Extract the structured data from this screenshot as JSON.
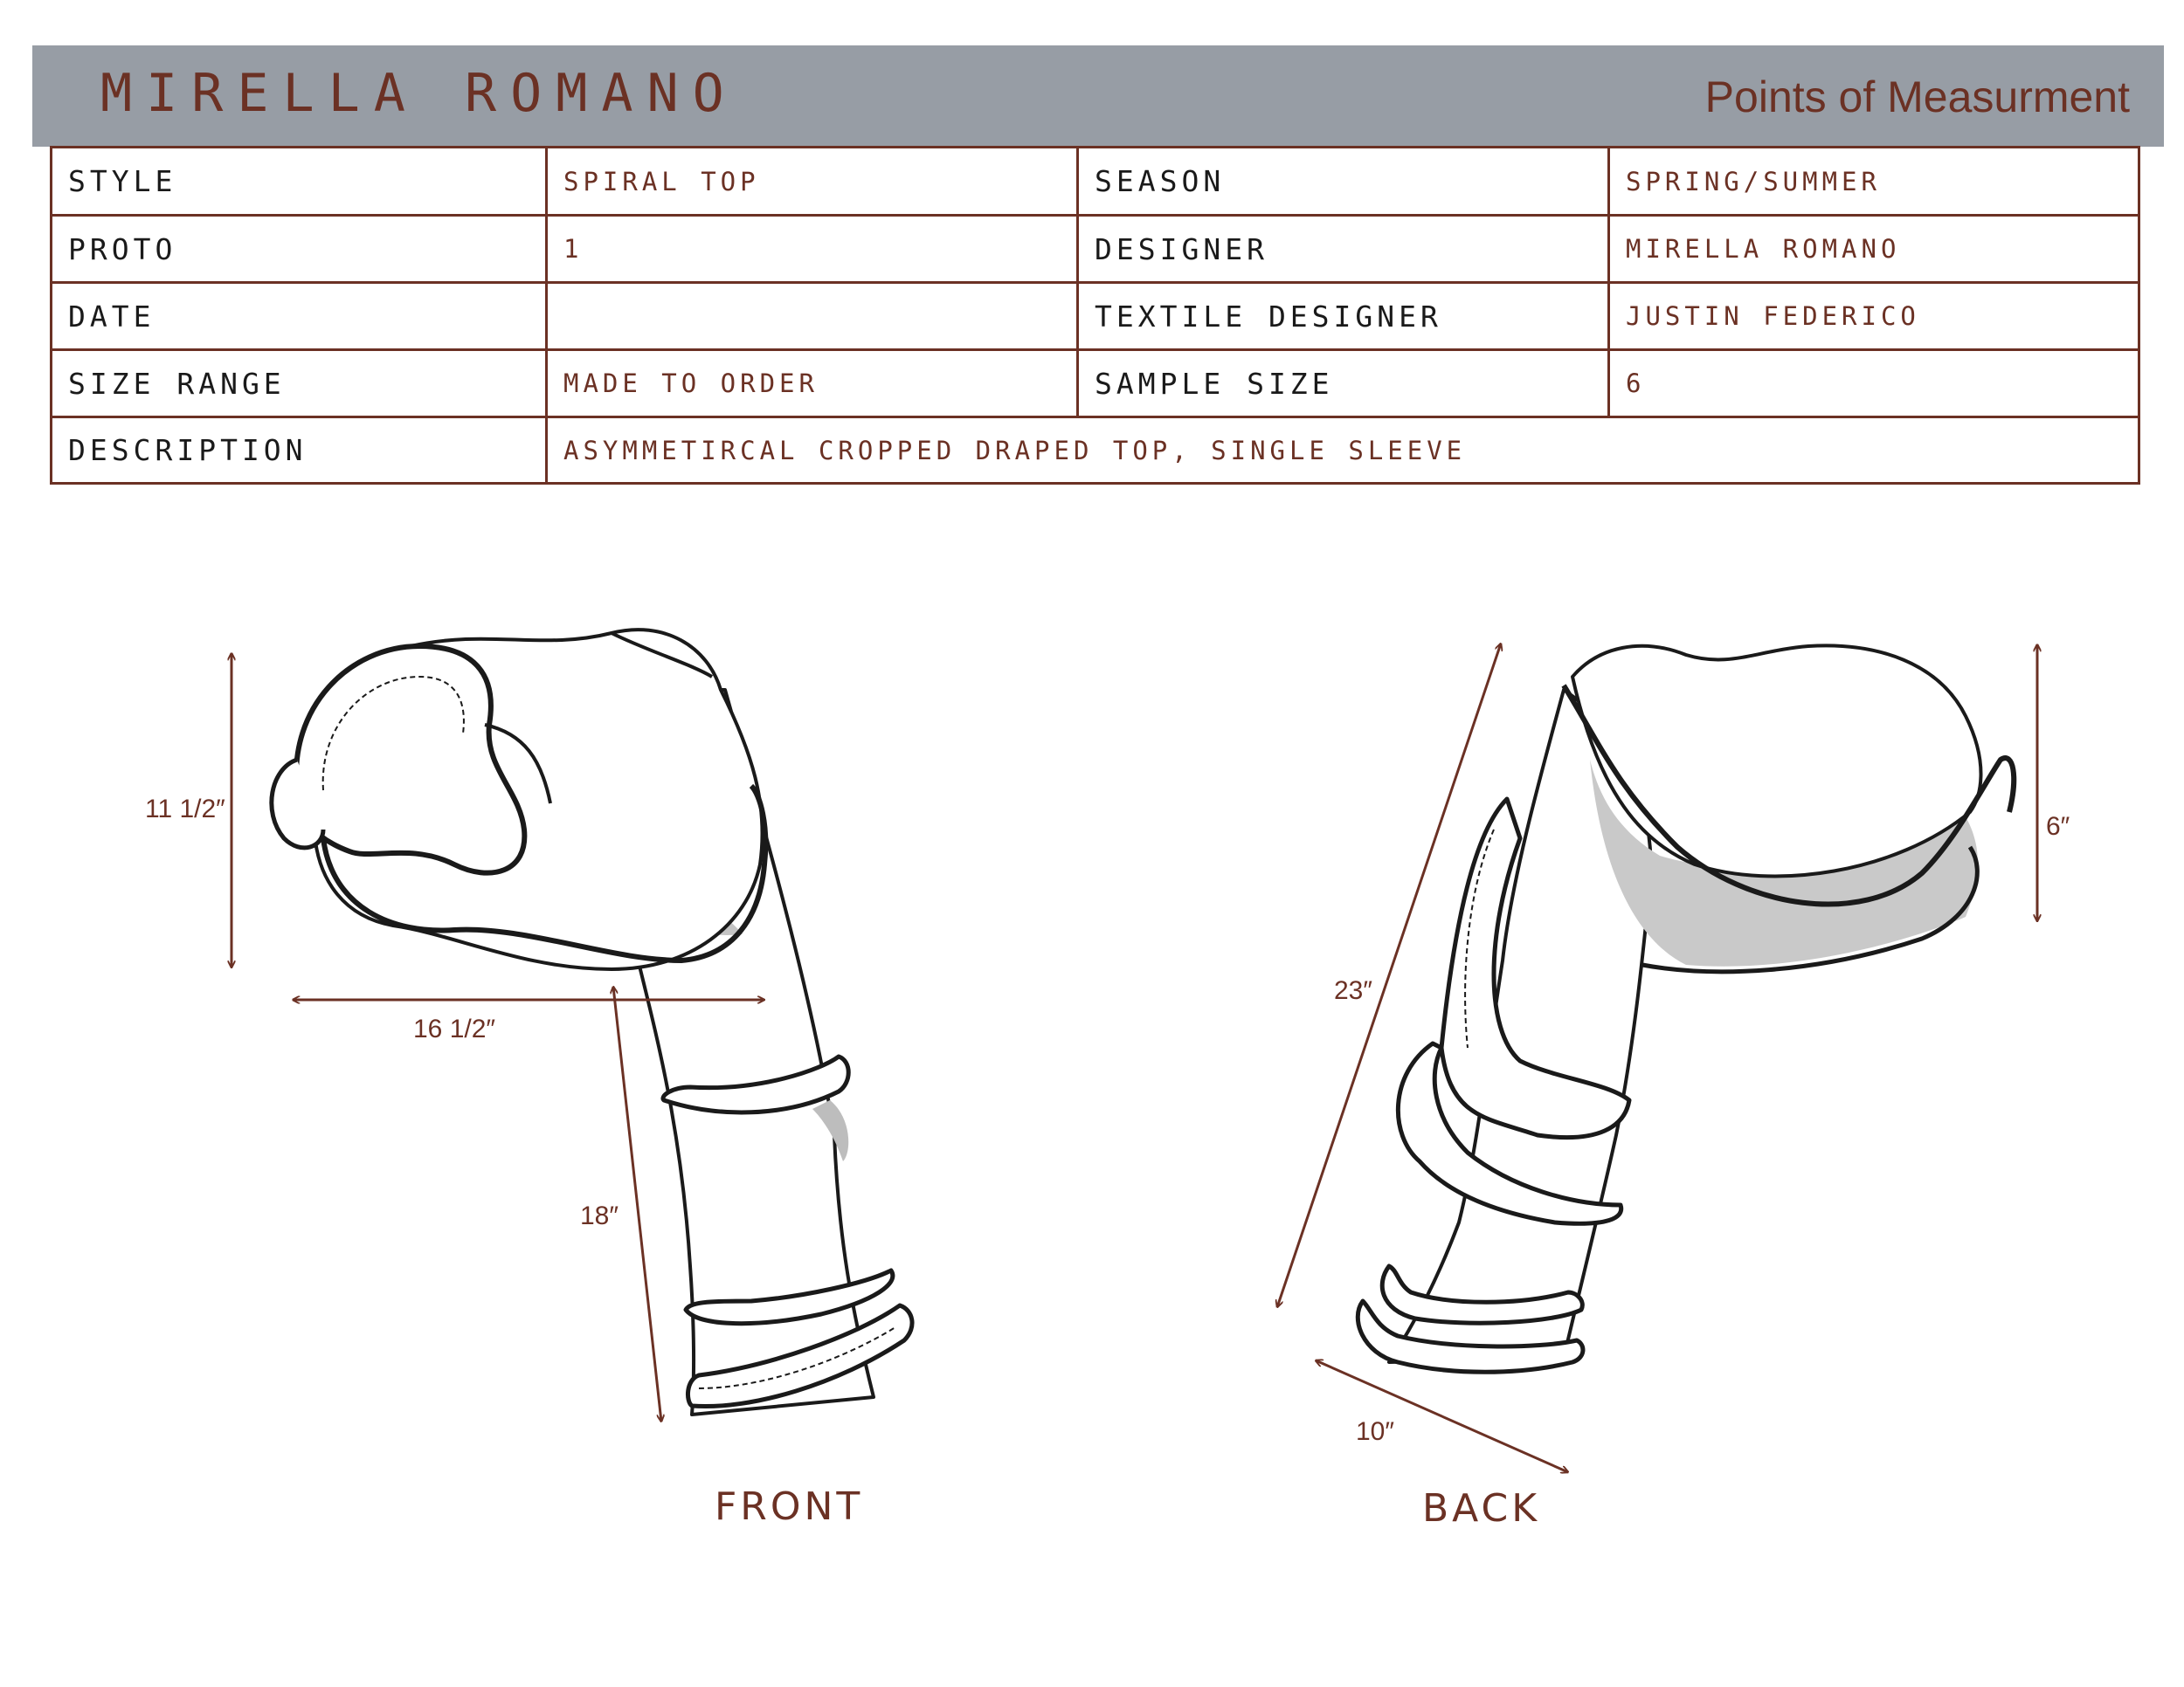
{
  "header": {
    "brand": "MIRELLA ROMANO",
    "title": "Points of Measurment"
  },
  "spec": {
    "style_label": "STYLE",
    "style_value": "SPIRAL TOP",
    "season_label": "SEASON",
    "season_value": "SPRING/SUMMER",
    "proto_label": "PROTO",
    "proto_value": "1",
    "designer_label": "DESIGNER",
    "designer_value": "MIRELLA ROMANO",
    "date_label": "DATE",
    "date_value": "",
    "textile_label": "TEXTILE DESIGNER",
    "textile_value": "JUSTIN FEDERICO",
    "size_range_label": "SIZE RANGE",
    "size_range_value": "MADE TO ORDER",
    "sample_size_label": "SAMPLE SIZE",
    "sample_size_value": "6",
    "description_label": "DESCRIPTION",
    "description_value": "ASYMMETIRCAL CROPPED DRAPED TOP, SINGLE SLEEVE"
  },
  "front": {
    "label": "FRONT",
    "height_dim": "11 1/2″",
    "width_dim": "16 1/2″",
    "sleeve_dim": "18″"
  },
  "back": {
    "label": "BACK",
    "length_dim": "23″",
    "height_dim": "6″",
    "cuff_dim": "10″"
  },
  "colors": {
    "accent": "#6b3124",
    "header_band": "#979da5",
    "outline": "#1a1a1a",
    "shadow": "#bdbdbd"
  }
}
